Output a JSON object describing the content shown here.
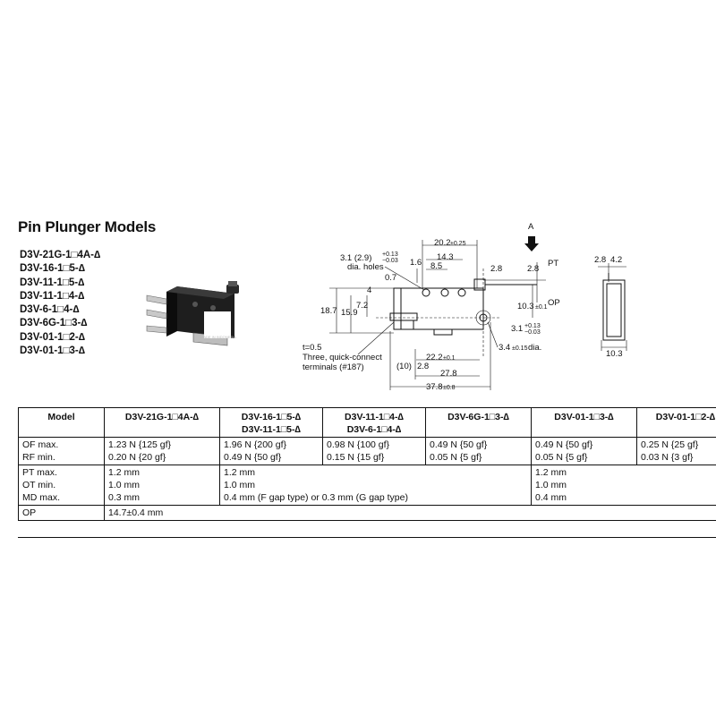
{
  "section_title": "Pin Plunger Models",
  "model_list": [
    "D3V-21G-1□4A-∆",
    "D3V-16-1□5-∆",
    "D3V-11-1□5-∆",
    "D3V-11-1□4-∆",
    "D3V-6-1□4-∆",
    "D3V-6G-1□3-∆",
    "D3V-01-1□2-∆",
    "D3V-01-1□3-∆"
  ],
  "photo_labels": {
    "marking": "MADE IN INDONESIA"
  },
  "drawing": {
    "view_label": "A",
    "dim_20_2": "20.2",
    "tol_20_2": "±0.25",
    "dim_14_3": "14.3",
    "dim_8_5": "8.5",
    "dim_1_6": "1.6",
    "dim_2_8a": "2.8",
    "dim_2_8b": "2.8",
    "pt": "PT",
    "op": "OP",
    "hole_dim": "3.1 (2.9)",
    "hole_tol_top": "+0.13",
    "hole_tol_bot": "−0.03",
    "hole_label": "dia. holes",
    "dim_0_7": "0.7",
    "dim_4": "4",
    "dim_18_7": "18.7",
    "dim_15_9": "15.9",
    "dim_7_2": "7.2",
    "dim_10_3a": "10.3",
    "tol_10_3a": "±0.1",
    "dim_3_1": "3.1",
    "tol_3_1_top": "+0.13",
    "tol_3_1_bot": "−0.03",
    "dim_3_4": "3.4",
    "tol_3_4": "±0.15",
    "dim_3_4_suffix": "dia.",
    "thickness": "t=0.5",
    "terminal_note_1": "Three, quick-connect",
    "terminal_note_2": "terminals (#187)",
    "dim_10": "(10)",
    "dim_2_8c": "2.8",
    "dim_22_2": "22.2",
    "tol_22_2": "±0.1",
    "dim_27_8": "27.8",
    "dim_37_8": "37.8",
    "tol_37_8": "±0.8",
    "side_dim_2_8": "2.8",
    "side_dim_4_2": "4.2",
    "side_dim_10_3": "10.3"
  },
  "spec_table": {
    "headers": [
      "Model",
      "D3V-21G-1□4A-∆",
      "D3V-16-1□5-∆",
      "D3V-11-1□5-∆",
      "D3V-11-1□4-∆",
      "D3V-6-1□4-∆",
      "D3V-6G-1□3-∆",
      "D3V-01-1□3-∆",
      "D3V-01-1□2-∆"
    ],
    "of_label": "OF max.",
    "rf_label": "RF min.",
    "of_values": [
      "1.23 N {125 gf}",
      "1.96 N {200 gf}",
      "0.98 N {100 gf}",
      "0.49 N {50 gf}",
      "0.49 N {50 gf}",
      "0.25 N {25 gf}"
    ],
    "rf_values": [
      "0.20 N {20 gf}",
      "0.49 N {50 gf}",
      "0.15 N {15 gf}",
      "0.05 N {5 gf}",
      "0.05 N {5 gf}",
      "0.03 N {3 gf}"
    ],
    "pt_label": "PT max.",
    "ot_label": "OT min.",
    "md_label": "MD max.",
    "pt_values": [
      "1.2 mm",
      "1.2 mm",
      "1.2 mm"
    ],
    "ot_values": [
      "1.0 mm",
      "1.0 mm",
      "1.0 mm"
    ],
    "md_values": [
      "0.3 mm",
      "0.4 mm (F gap type) or 0.3 mm (G gap type)",
      "0.4 mm"
    ],
    "op_label": "OP",
    "op_value": "14.7±0.4 mm"
  }
}
